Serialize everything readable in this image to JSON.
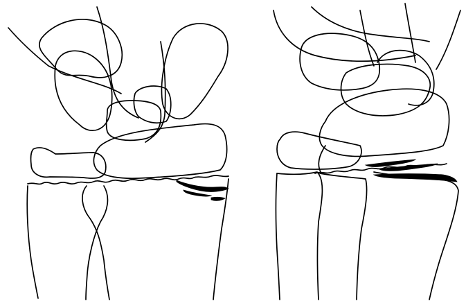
{
  "figure": {
    "panels": [
      {
        "id": "left",
        "view": "lateral-oblique"
      },
      {
        "id": "right",
        "view": "lateral"
      }
    ],
    "colors": {
      "line": "#000000",
      "background": "#ffffff",
      "calcification": "#000000"
    }
  }
}
